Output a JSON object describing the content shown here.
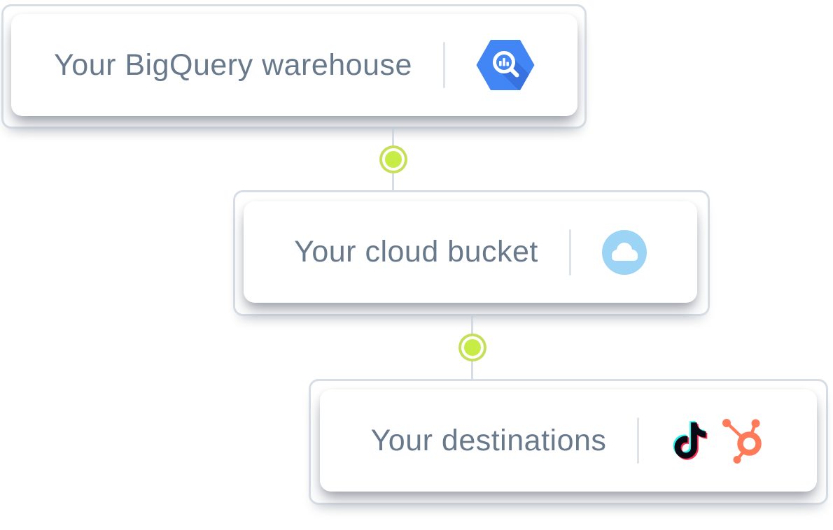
{
  "diagram": {
    "background": "#ffffff",
    "nodes": [
      {
        "name": "bigquery-warehouse",
        "label": "Your BigQuery warehouse",
        "icons": [
          {
            "name": "bigquery-icon",
            "color": "#4285f4"
          }
        ]
      },
      {
        "name": "cloud-bucket",
        "label": "Your cloud bucket",
        "icons": [
          {
            "name": "cloud-icon",
            "color": "#9cd4f6"
          }
        ]
      },
      {
        "name": "destinations",
        "label": "Your destinations",
        "icons": [
          {
            "name": "tiktok-icon",
            "colors": [
              "#25f4ee",
              "#fe2c55",
              "#0a0a14"
            ]
          },
          {
            "name": "hubspot-icon",
            "color": "#ff7a59"
          }
        ]
      }
    ],
    "connectors": [
      {
        "from": "bigquery-warehouse",
        "to": "cloud-bucket",
        "dot_color": "#c8ec46"
      },
      {
        "from": "cloud-bucket",
        "to": "destinations",
        "dot_color": "#c8ec46"
      }
    ],
    "colors": {
      "label_text": "#68798b",
      "frame_border": "#d6dde5",
      "connector_line": "#d6dde5",
      "card_background": "#ffffff",
      "accent_lime_ring": "#c6df58",
      "accent_lime_fill": "#c8ec46"
    }
  }
}
